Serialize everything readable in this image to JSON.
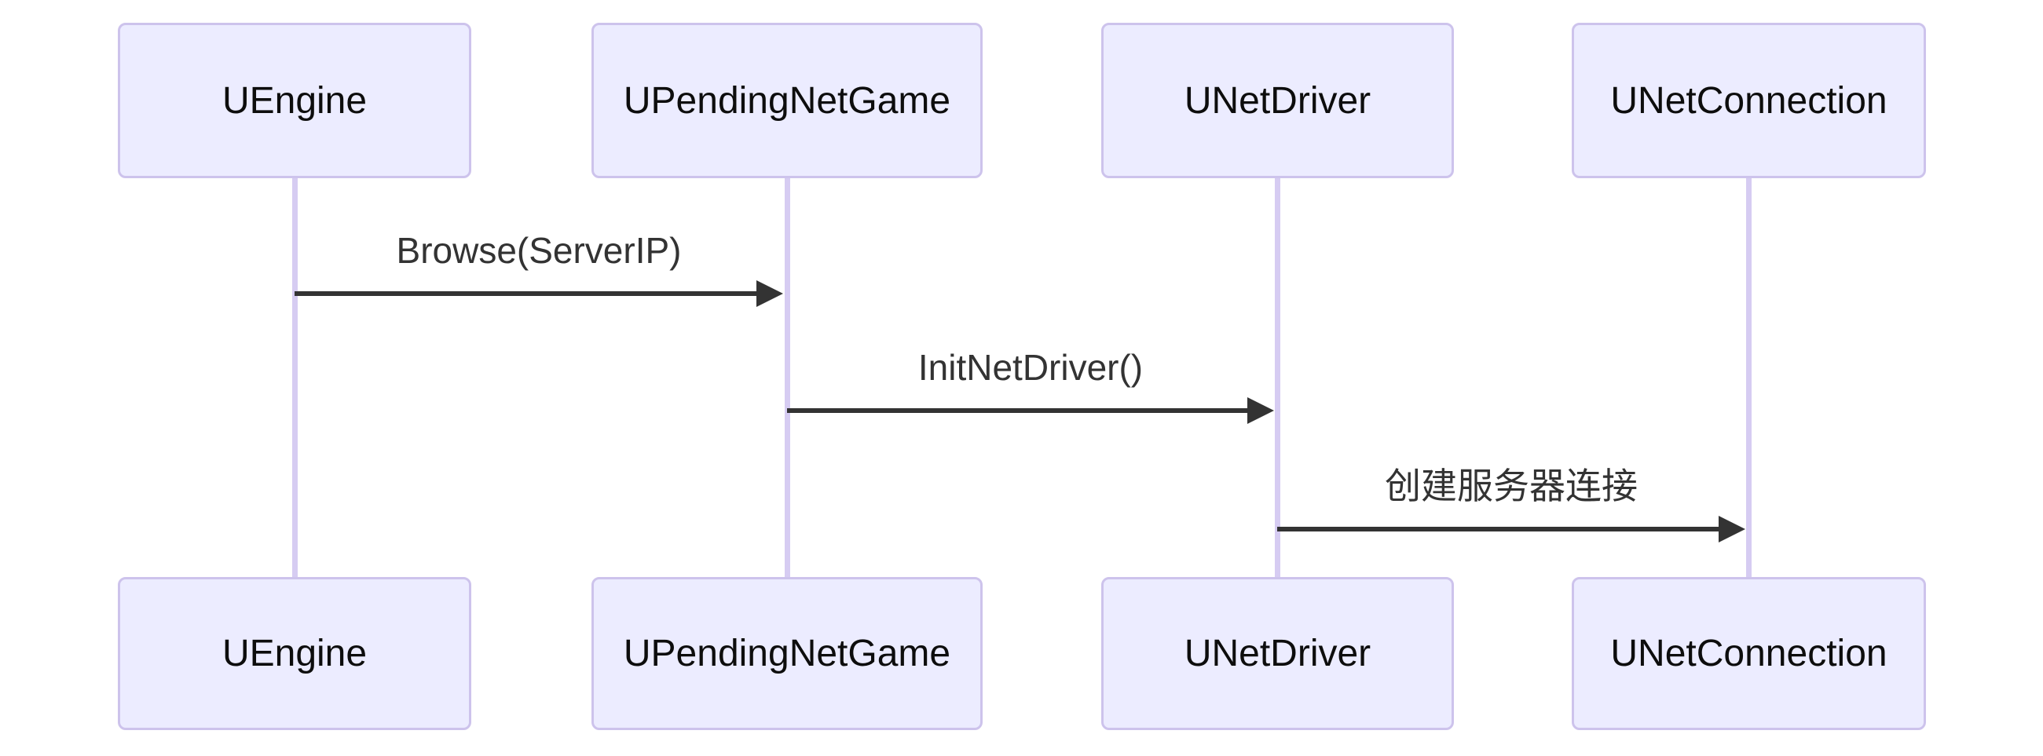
{
  "diagram": {
    "type": "sequence-diagram",
    "actors": [
      {
        "name": "UEngine"
      },
      {
        "name": "UPendingNetGame"
      },
      {
        "name": "UNetDriver"
      },
      {
        "name": "UNetConnection"
      }
    ],
    "messages": [
      {
        "label": "Browse(ServerIP)",
        "from": "UEngine",
        "to": "UPendingNetGame",
        "line": "solid",
        "head": "filled-arrow"
      },
      {
        "label": "InitNetDriver()",
        "from": "UPendingNetGame",
        "to": "UNetDriver",
        "line": "solid",
        "head": "filled-arrow"
      },
      {
        "label": "创建服务器连接",
        "from": "UNetDriver",
        "to": "UNetConnection",
        "line": "solid",
        "head": "filled-arrow"
      }
    ],
    "colors": {
      "background": "#FFFFFF",
      "actor_fill": "#ECECFF",
      "actor_border": "#CDC3EC",
      "lifeline": "#D6CCF2",
      "message_line": "#333333",
      "message_text": "#333333",
      "actor_text": "#0D0D0D"
    }
  }
}
